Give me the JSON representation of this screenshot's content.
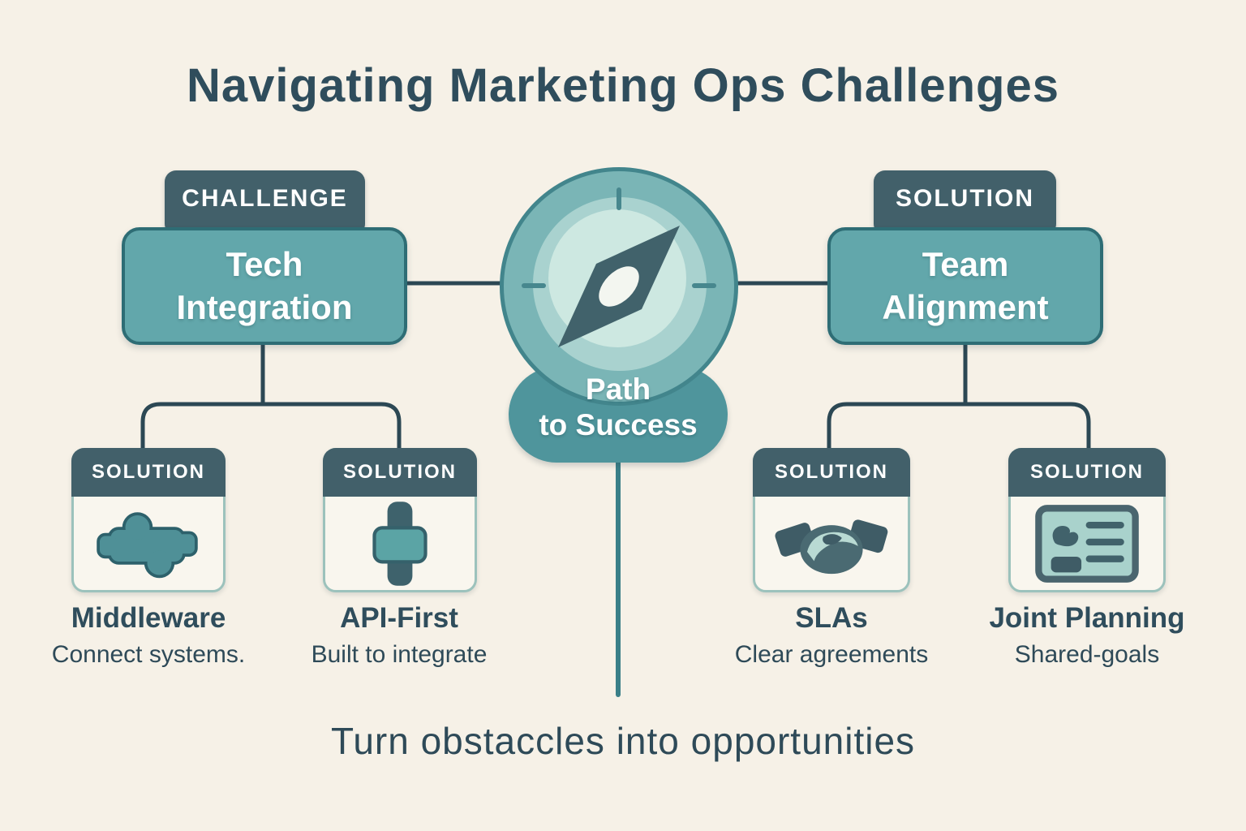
{
  "page": {
    "title": "Navigating Marketing Ops Challenges",
    "footer": "Turn obstaccles into opportunities"
  },
  "challenge_node": {
    "tag": "CHALLENGE",
    "title_line1": "Tech",
    "title_line2": "Integration"
  },
  "solution_node": {
    "tag": "SOLUTION",
    "title_line1": "Team",
    "title_line2": "Alignment"
  },
  "compass": {
    "icon": "compass-icon",
    "label_line1": "Path",
    "label_line2": "to Success"
  },
  "cards": [
    {
      "tag": "SOLUTION",
      "icon": "puzzle-icon",
      "title": "Middleware",
      "subtitle": "Connect systems."
    },
    {
      "tag": "SOLUTION",
      "icon": "connector-icon",
      "title": "API-First",
      "subtitle": "Built to integrate"
    },
    {
      "tag": "SOLUTION",
      "icon": "handshake-icon",
      "title": "SLAs",
      "subtitle": "Clear agreements"
    },
    {
      "tag": "SOLUTION",
      "icon": "document-icon",
      "title": "Joint Planning",
      "subtitle": "Shared-goals"
    }
  ],
  "colors": {
    "background": "#f6f1e7",
    "dark_text": "#2f4d5c",
    "tab_dark": "#42606a",
    "box_teal": "#62a7ab",
    "box_border": "#2e6d75",
    "compass_outer": "#7ab5b6",
    "compass_inner": "#cde8e1",
    "pill_teal": "#4f959c",
    "connector_dark": "#2c4854",
    "connector_teal": "#3a7f88",
    "card_body": "#f9f6ee",
    "card_border": "#9cc2bc"
  }
}
